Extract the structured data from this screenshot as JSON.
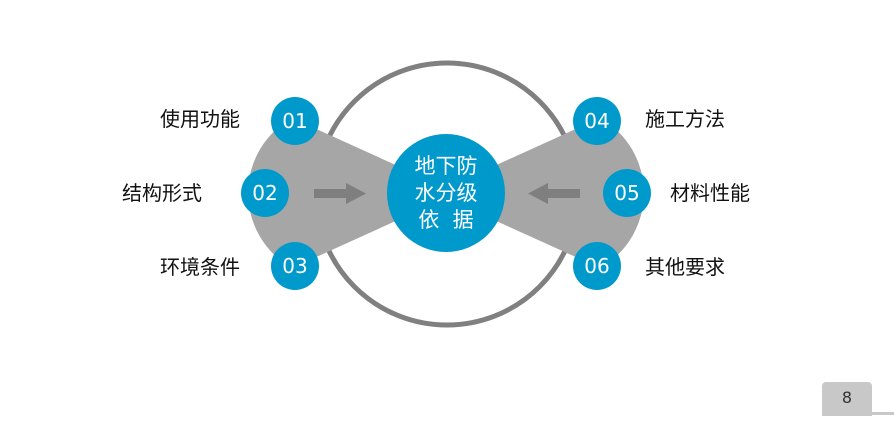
{
  "center": {
    "line1": "地下防",
    "line2": "水分级",
    "line3": "依  据"
  },
  "items": [
    {
      "num": "01",
      "label": "使用功能"
    },
    {
      "num": "02",
      "label": "结构形式"
    },
    {
      "num": "03",
      "label": "环境条件"
    },
    {
      "num": "04",
      "label": "施工方法"
    },
    {
      "num": "05",
      "label": "材料性能"
    },
    {
      "num": "06",
      "label": "其他要求"
    }
  ],
  "page": {
    "number": "8"
  },
  "colors": {
    "accent": "#0099cc",
    "fan": "#a6a6a6",
    "ring": "#808080",
    "arrow": "#7f7f7f"
  }
}
